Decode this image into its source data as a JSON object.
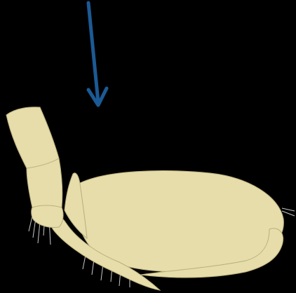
{
  "figure": {
    "background_color": "#000000",
    "body_fill_color": "#E6DDAA",
    "outline_color": "#B9AE7E",
    "seta_color": "#C8C8C8",
    "arrow_color": "#1B5A94",
    "parts": [
      {
        "name": "arrow-indicator"
      },
      {
        "name": "antenna-distal-segment"
      },
      {
        "name": "antenna-proximal-segment"
      },
      {
        "name": "basal-segment"
      },
      {
        "name": "main-body-carapace"
      },
      {
        "name": "posterior-appendage"
      },
      {
        "name": "ventral-appendage"
      },
      {
        "name": "setae"
      }
    ]
  }
}
